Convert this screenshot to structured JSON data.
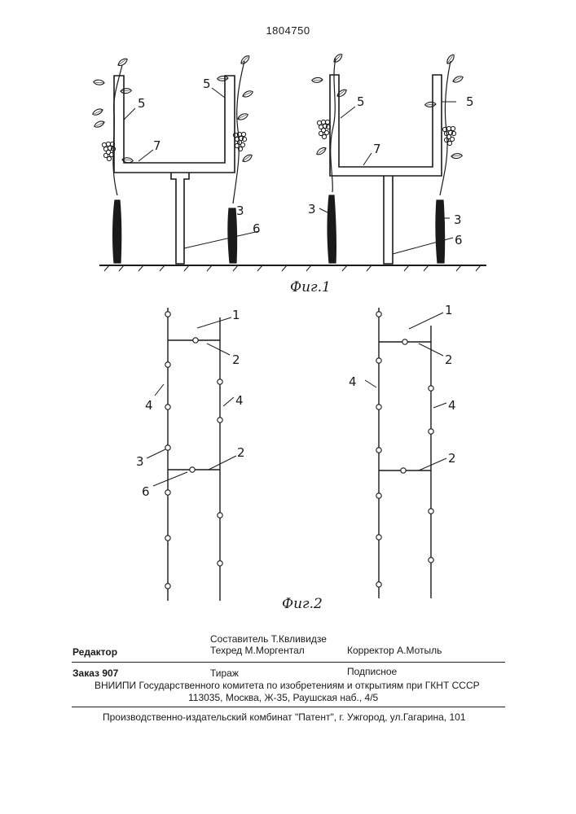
{
  "document": {
    "patent_number": "1804750"
  },
  "figure1": {
    "caption": "Фиг.1",
    "labels": [
      "5",
      "5",
      "7",
      "3",
      "6",
      "5",
      "5",
      "7",
      "3",
      "3",
      "6"
    ]
  },
  "figure2": {
    "caption": "Фиг.2",
    "labels": [
      "1",
      "2",
      "4",
      "4",
      "3",
      "2",
      "6",
      "1",
      "2",
      "4",
      "4",
      "2"
    ]
  },
  "footer": {
    "editor_label": "Редактор",
    "compiler": "Составитель  Т.Квливидзе",
    "techred": "Техред М.Моргентал",
    "corrector": "Корректор  А.Мотыль",
    "order": "Заказ  907",
    "circulation": "Тираж",
    "subscription": "Подписное",
    "vniipi": "ВНИИПИ Государственного комитета по изобретениям и открытиям при ГКНТ СССР",
    "address": "113035, Москва, Ж-35, Раушская наб., 4/5",
    "publisher": "Производственно-издательский комбинат \"Патент\", г. Ужгород, ул.Гагарина, 101"
  }
}
